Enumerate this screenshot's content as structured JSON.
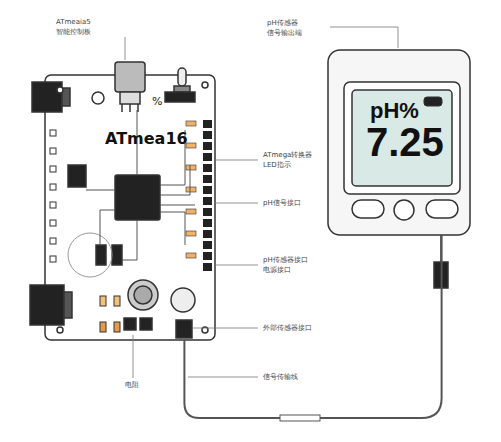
{
  "diagram": {
    "nodes": [
      {
        "text": [
          "ATmea16"
        ]
      },
      {
        "text": [
          "pH%",
          "7.25"
        ]
      }
    ],
    "edges": [
      {
        "from": 1,
        "to": 0,
        "arrow": "none"
      }
    ],
    "labels": [
      "ATmeaia5",
      "智能控制板",
      "pH传感器",
      "信号输出端",
      "%",
      "ATmega转换器",
      "LED指示",
      "pH信号接口",
      "pH传感器接口",
      "电源接口",
      "外部传感器接口",
      "信号传输线",
      "电阻"
    ]
  }
}
